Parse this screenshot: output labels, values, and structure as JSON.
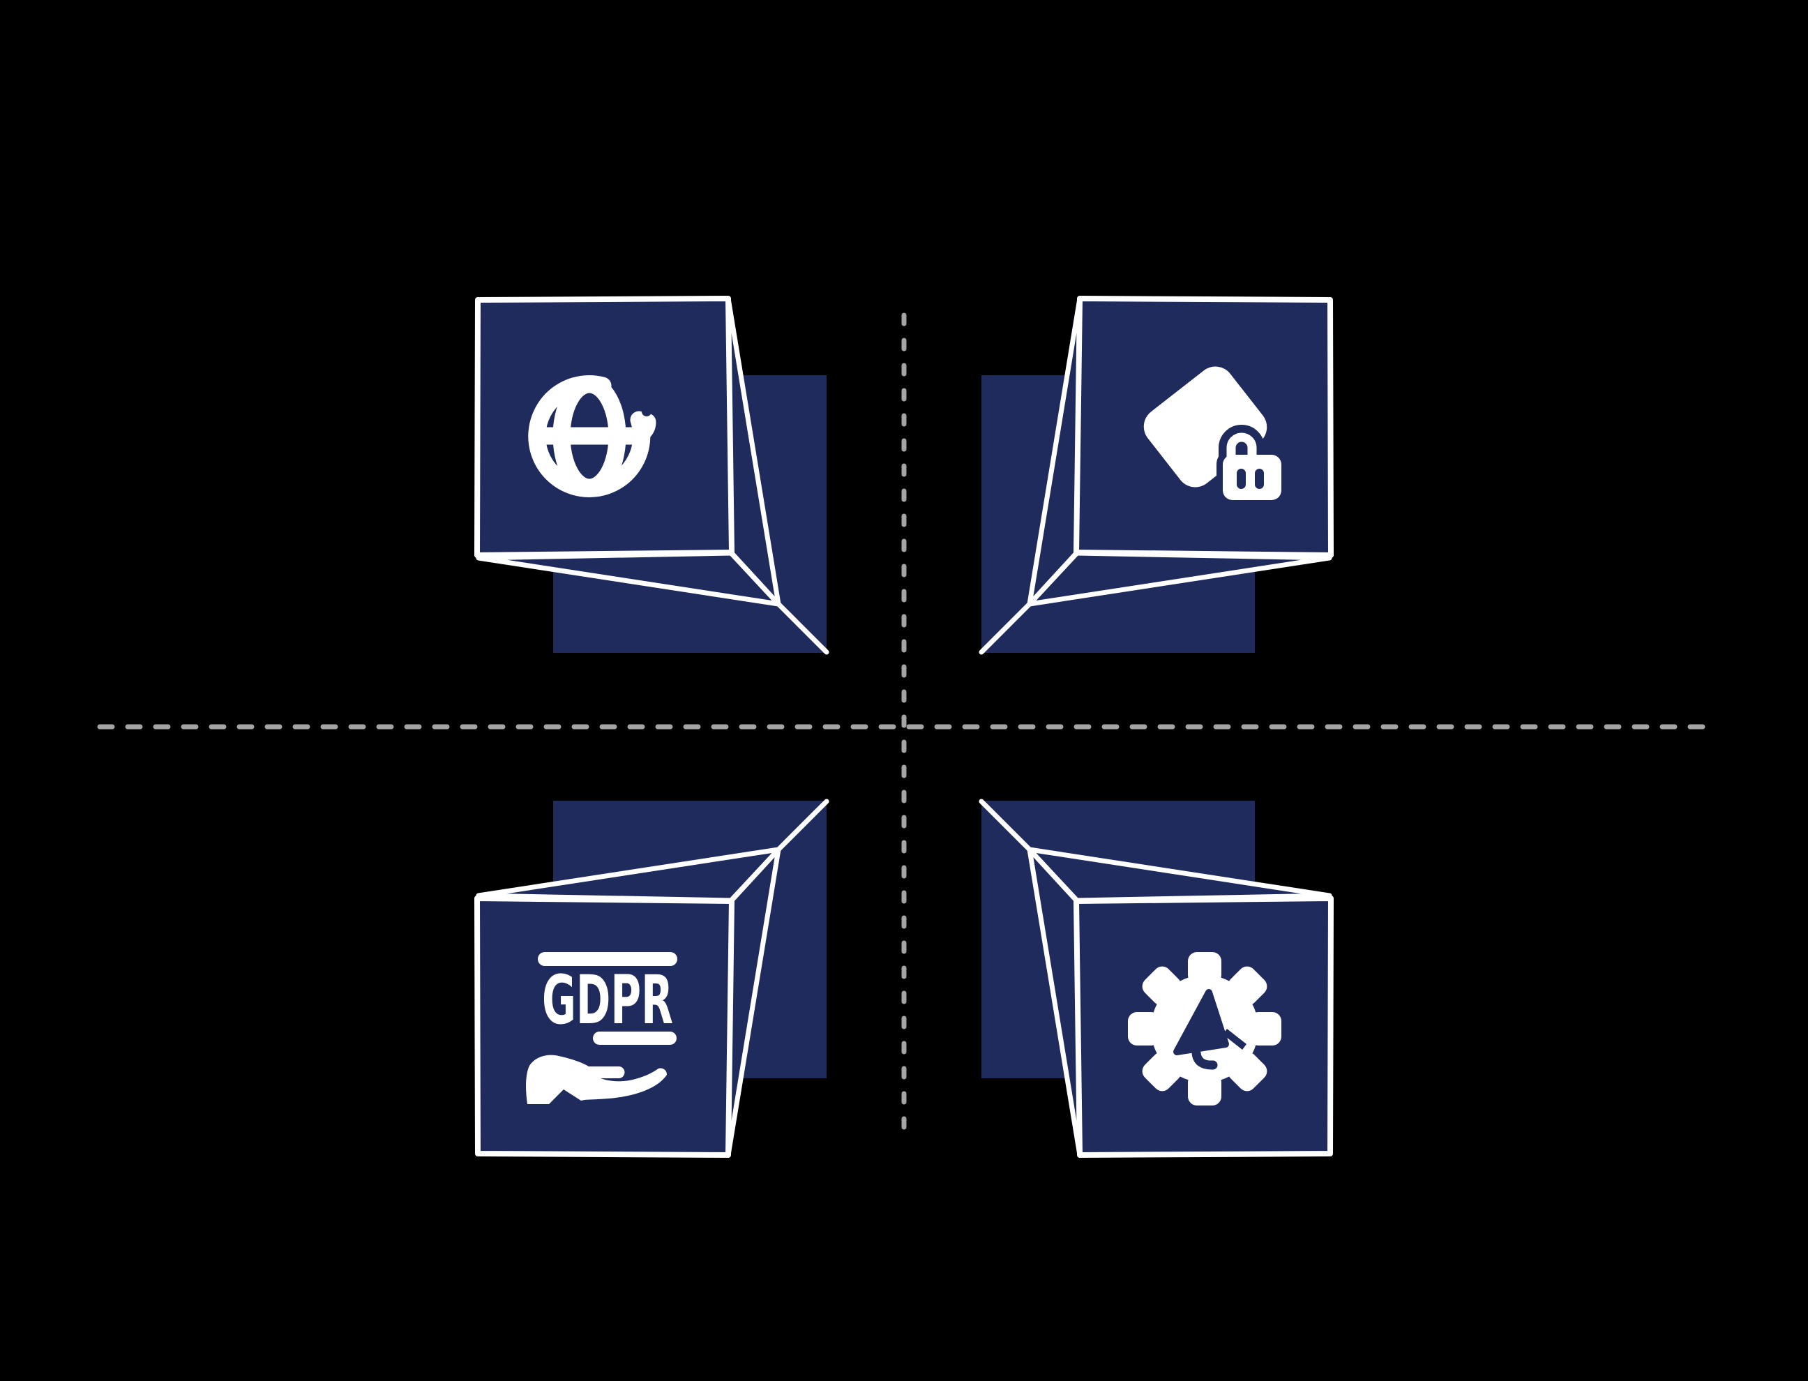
{
  "colors": {
    "background": "#000000",
    "box_navy": "#1f2b5c",
    "outline_white": "#ffffff",
    "divider_gray": "#a5a5a5"
  },
  "dividers": {
    "horizontal": "dashed",
    "vertical": "dashed"
  },
  "quadrants": [
    {
      "position": "top-left",
      "icon": "globe-sparkle-box",
      "label": ""
    },
    {
      "position": "top-right",
      "icon": "price-tag-lock-box",
      "label": ""
    },
    {
      "position": "bottom-left",
      "icon": "gdpr-hand-box",
      "label": "GDPR"
    },
    {
      "position": "bottom-right",
      "icon": "gear-megaphone-box",
      "label": ""
    }
  ]
}
